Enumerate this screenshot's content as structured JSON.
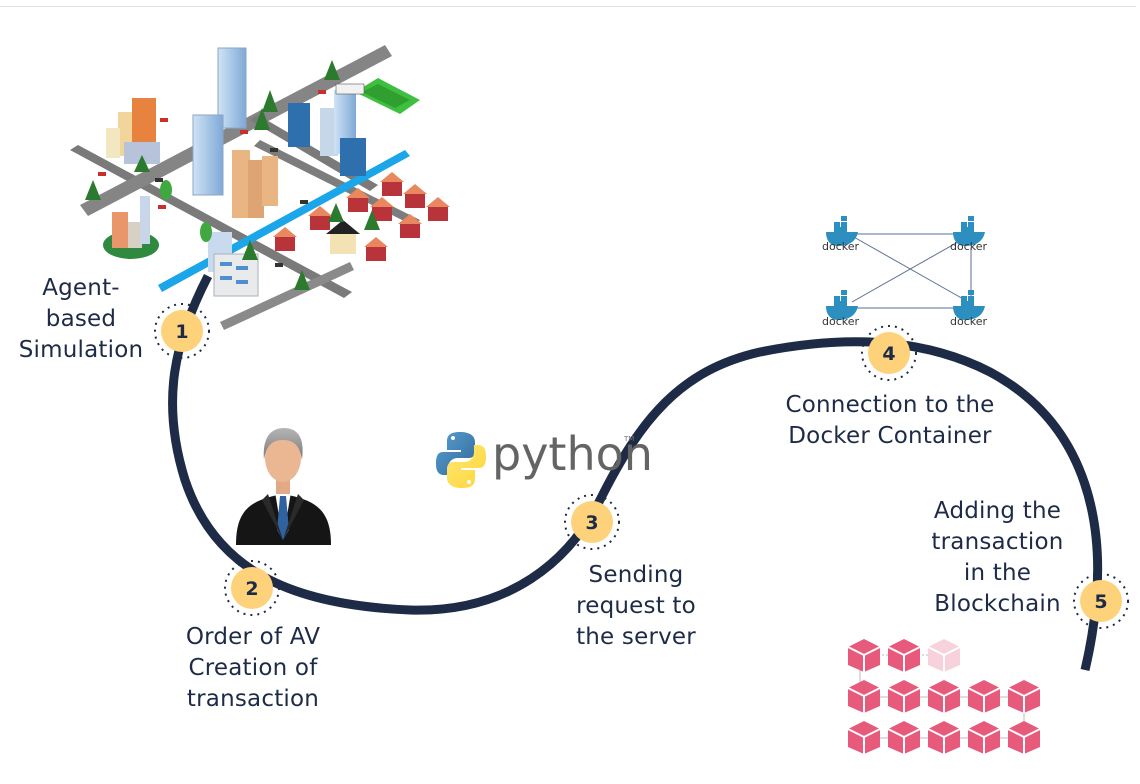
{
  "diagram": {
    "title": "Agent-based AV transaction to Blockchain workflow",
    "path_color": "#1e2b47",
    "badge_color": "#fdd27a",
    "text_color": "#1e2b47",
    "steps": [
      {
        "number": "1",
        "lines": [
          "Agent-",
          "based",
          "Simulation"
        ],
        "icon": "city-simulation-illustration"
      },
      {
        "number": "2",
        "lines": [
          "Order of AV",
          "Creation of",
          "transaction"
        ],
        "icon": "businessman-avatar"
      },
      {
        "number": "3",
        "lines": [
          "Sending",
          "request to",
          "the server"
        ],
        "icon": "python-logo"
      },
      {
        "number": "4",
        "lines": [
          "Connection to the",
          "Docker Container"
        ],
        "icon": "docker-network"
      },
      {
        "number": "5",
        "lines": [
          "Adding the",
          "transaction",
          "in the",
          "Blockchain"
        ],
        "icon": "blockchain-cubes"
      }
    ]
  },
  "python_logo": {
    "text": "python",
    "tm": "TM",
    "blue": "#3b73a8",
    "yellow": "#f8d44c"
  },
  "docker": {
    "label": "docker",
    "nodes": [
      "docker",
      "docker",
      "docker",
      "docker"
    ],
    "color": "#2d8fbf"
  },
  "blockchain": {
    "cube_color": "#e85a7b",
    "faded_cube_color": "#f7d2dc",
    "rows": [
      3,
      5,
      5
    ],
    "faded_index": 2
  }
}
